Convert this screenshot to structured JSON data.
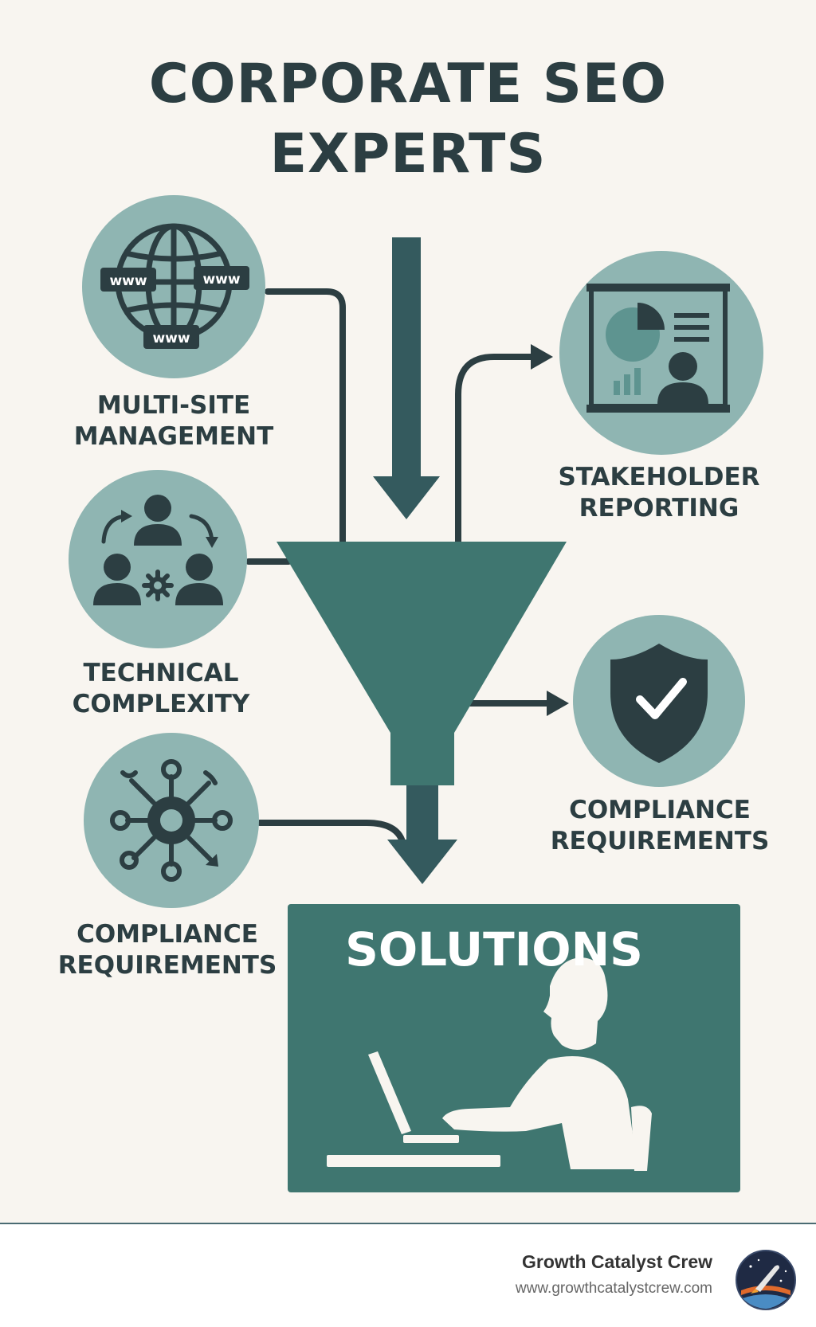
{
  "title": {
    "line1": "CORPORATE SEO",
    "line2": "EXPERTS"
  },
  "inputs": [
    {
      "icon": "globe-www-icon",
      "line1": "MULTI-SITE",
      "line2": "MANAGEMENT"
    },
    {
      "icon": "team-workflow-icon",
      "line1": "TECHNICAL",
      "line2": "COMPLEXITY"
    },
    {
      "icon": "network-hub-icon",
      "line1": "COMPLIANCE",
      "line2": "REQUIREMENTS"
    }
  ],
  "outputs": [
    {
      "icon": "presentation-board-icon",
      "line1": "STAKEHOLDER",
      "line2": "REPORTING"
    },
    {
      "icon": "shield-check-icon",
      "line1": "COMPLIANCE",
      "line2": "REQUIREMENTS"
    }
  ],
  "globe_badges": [
    "www",
    "www",
    "www"
  ],
  "solutions": {
    "label": "SOLUTIONS",
    "icon": "person-at-laptop-icon"
  },
  "footer": {
    "brand": "Growth Catalyst Crew",
    "url": "www.growthcatalystcrew.com",
    "logo_icon": "rocket-logo-icon"
  },
  "colors": {
    "background": "#f8f5f0",
    "circle": "#8fb5b2",
    "dark": "#2c3e42",
    "funnel": "#3f7670",
    "arrow": "#345a5e"
  }
}
